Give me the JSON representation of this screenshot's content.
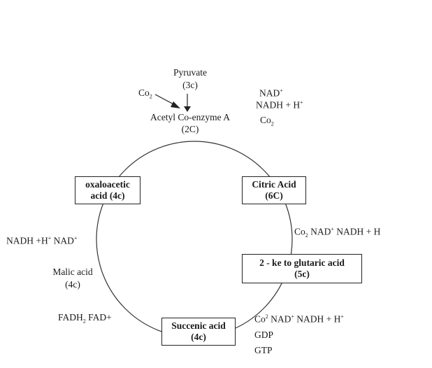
{
  "top": {
    "pyruvate": "Pyruvate",
    "pyruvate_carbons": "(3c)",
    "co2": "Co",
    "co2_sub": "2",
    "acetyl": "Acetyl Co-enzyme A",
    "acetyl_carbons": "(2C)"
  },
  "right_top": {
    "nad": "NAD",
    "nad_sup": "+",
    "nadh": "NADH + H",
    "nadh_sup": "+",
    "co2": "Co",
    "co2_sub": "2"
  },
  "boxes": {
    "oxaloacetic": {
      "line1": "oxaloacetic",
      "line2": "acid (4c)"
    },
    "citric": {
      "line1": "Citric Acid",
      "line2": "(6C)"
    },
    "ketoglutaric": {
      "line1": "2 - ke to glutaric acid",
      "line2": "(5c)"
    },
    "succenic": {
      "line1": "Succenic acid",
      "line2": "(4c)"
    }
  },
  "citric_to_keto": {
    "co2": "Co",
    "co2_sub": "2",
    "nad": "NAD",
    "nad_sup": "+",
    "nadh": "NADH + H"
  },
  "left": {
    "nadh": "NADH +H",
    "nadh_sup": "+",
    "nad": "NAD",
    "nad_sup": "+",
    "malic": "Malic acid",
    "malic_carbons": "(4c)",
    "fadh": "FADH",
    "fadh_sub": "2",
    "fad": "FAD+"
  },
  "keto_to_succenic": {
    "co2": "Co",
    "co2_sup": "2",
    "nad": "NAD",
    "nad_sup": "+",
    "nadh": "NADH + H",
    "nadh_sup": "+",
    "gdp": "GDP",
    "gtp": "GTP"
  }
}
